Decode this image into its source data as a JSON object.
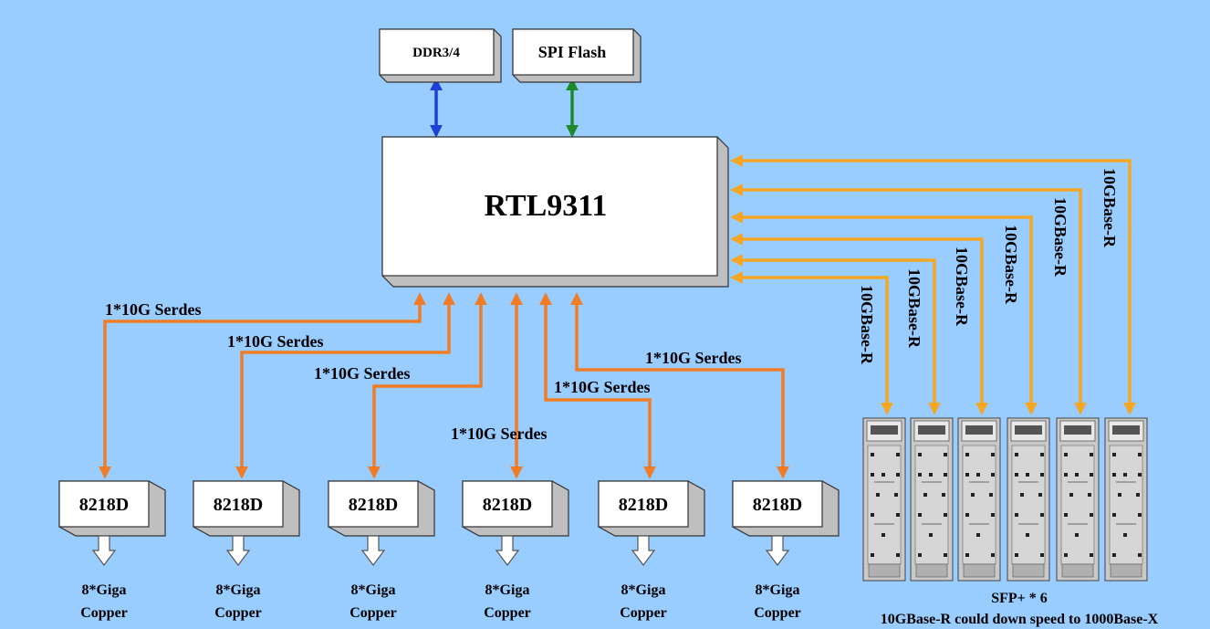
{
  "memory": {
    "ddr_label": "DDR3/4",
    "flash_label": "SPI Flash"
  },
  "soc": {
    "label": "RTL9311"
  },
  "phys": [
    {
      "chip_label": "8218D",
      "link_label": "1*10G Serdes",
      "out_line1": "8*Giga",
      "out_line2": "Copper"
    },
    {
      "chip_label": "8218D",
      "link_label": "1*10G Serdes",
      "out_line1": "8*Giga",
      "out_line2": "Copper"
    },
    {
      "chip_label": "8218D",
      "link_label": "1*10G Serdes",
      "out_line1": "8*Giga",
      "out_line2": "Copper"
    },
    {
      "chip_label": "8218D",
      "link_label": "1*10G Serdes",
      "out_line1": "8*Giga",
      "out_line2": "Copper"
    },
    {
      "chip_label": "8218D",
      "link_label": "1*10G Serdes",
      "out_line1": "8*Giga",
      "out_line2": "Copper"
    },
    {
      "chip_label": "8218D",
      "link_label": "1*10G Serdes",
      "out_line1": "8*Giga",
      "out_line2": "Copper"
    }
  ],
  "sfp": {
    "link_labels": [
      "10GBase-R",
      "10GBase-R",
      "10GBase-R",
      "10GBase-R",
      "10GBase-R",
      "10GBase-R"
    ],
    "caption_line1": "SFP+ * 6",
    "caption_line2": "10GBase-R could down speed to 1000Base-X"
  },
  "colors": {
    "background": "#99ccff",
    "serdes_link": "#f07c26",
    "sfp_link": "#f5a623",
    "ddr_link": "#1f3fd6",
    "flash_link": "#1f8a2a"
  }
}
